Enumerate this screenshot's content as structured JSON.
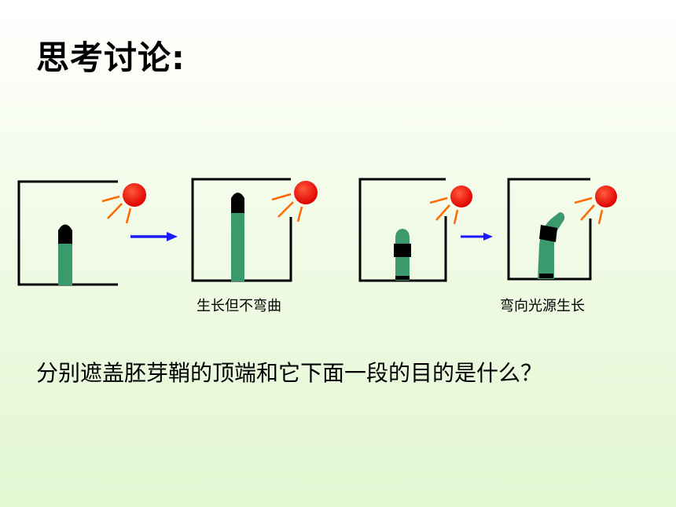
{
  "title": "思考讨论:",
  "captions": [
    "生长但不弯曲",
    "弯向光源生长"
  ],
  "question": "分别遮盖胚芽鞘的顶端和它下面一段的目的是什么？",
  "colors": {
    "coleoptile": "#3a9a6e",
    "cover": "#000000",
    "sun": "#ff0000",
    "rays": "#ff6a00",
    "arrow": "#1a1aff",
    "box": "#000000"
  },
  "icons": [
    "sun-icon",
    "light-ray-icon",
    "arrow-right-icon"
  ]
}
